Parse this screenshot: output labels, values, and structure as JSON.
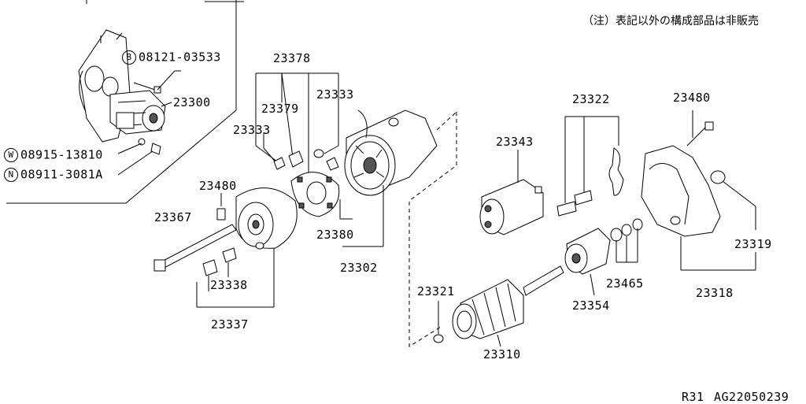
{
  "note": "（注）表記以外の構成部品は非販売",
  "footer": {
    "model": "R31",
    "code": "AG22050239"
  },
  "side_labels": [
    {
      "symbol": "B",
      "part": "08121-03533"
    },
    {
      "symbol": "W",
      "part": "08915-13810"
    },
    {
      "symbol": "N",
      "part": "08911-3081A"
    }
  ],
  "parts": {
    "p23300": "23300",
    "p23378": "23378",
    "p23379": "23379",
    "p23333a": "23333",
    "p23333b": "23333",
    "p23480a": "23480",
    "p23367": "23367",
    "p23380": "23380",
    "p23302": "23302",
    "p23338": "23338",
    "p23337": "23337",
    "p23343": "23343",
    "p23322": "23322",
    "p23480b": "23480",
    "p23319": "23319",
    "p23318": "23318",
    "p23465": "23465",
    "p23354": "23354",
    "p23321": "23321",
    "p23310": "23310"
  }
}
